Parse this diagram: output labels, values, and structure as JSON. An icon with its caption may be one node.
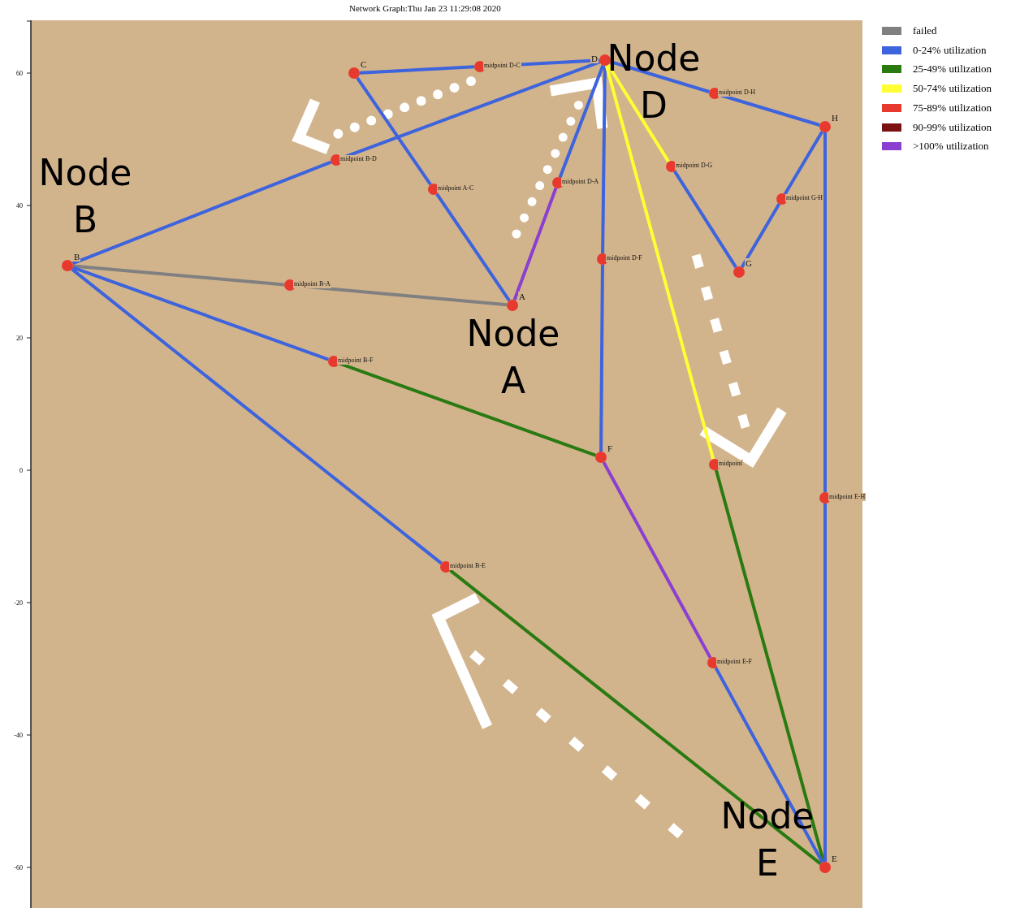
{
  "diagram": {
    "title": "Network Graph:Thu Jan 23 11:29:08 2020",
    "nodes": [
      {
        "text": [],
        "shape": "circle",
        "beside": [
          "D"
        ]
      },
      {
        "text": [],
        "shape": "circle",
        "beside": [
          "midpoint D-C"
        ]
      },
      {
        "text": [],
        "shape": "circle",
        "beside": [
          "C"
        ]
      },
      {
        "text": [],
        "shape": "circle",
        "beside": [
          "midpoint D-H"
        ]
      },
      {
        "text": [],
        "shape": "circle",
        "beside": [
          "H"
        ]
      },
      {
        "text": [],
        "shape": "circle",
        "beside": [
          "midpoint B-D"
        ]
      },
      {
        "text": [],
        "shape": "circle",
        "beside": [
          "midpoint D-G"
        ]
      },
      {
        "text": [],
        "shape": "circle",
        "beside": [
          "midpoint D-A"
        ]
      },
      {
        "text": [],
        "shape": "circle",
        "beside": [
          "midpoint A-C"
        ]
      },
      {
        "text": [],
        "shape": "circle",
        "beside": [
          "midpoint G-H"
        ]
      },
      {
        "text": [],
        "shape": "circle",
        "beside": [
          "midpoint D-F"
        ]
      },
      {
        "text": [],
        "shape": "circle",
        "beside": [
          "B"
        ]
      },
      {
        "text": [],
        "shape": "circle",
        "beside": [
          "G"
        ]
      },
      {
        "text": [],
        "shape": "circle",
        "beside": [
          "midpoint B-A"
        ]
      },
      {
        "text": [],
        "shape": "circle",
        "beside": [
          "A"
        ]
      },
      {
        "text": [],
        "shape": "circle",
        "beside": [
          "midpoint B-F"
        ]
      },
      {
        "text": [],
        "shape": "circle",
        "beside": [
          "F"
        ]
      },
      {
        "text": [],
        "shape": "circle",
        "beside": [
          "midpoint"
        ]
      },
      {
        "text": [],
        "shape": "circle",
        "beside": [
          "midpoint E-H"
        ]
      },
      {
        "text": [],
        "shape": "circle",
        "beside": [
          "midpoint B-E"
        ]
      },
      {
        "text": [],
        "shape": "circle",
        "beside": [
          "midpoint E-F"
        ]
      },
      {
        "text": [],
        "shape": "circle",
        "beside": [
          "E"
        ]
      }
    ],
    "edges": [
      {
        "from": 0,
        "to": 1,
        "arrow": "none"
      },
      {
        "from": 1,
        "to": 2,
        "arrow": "none"
      },
      {
        "from": 2,
        "to": 8,
        "arrow": "none"
      },
      {
        "from": 8,
        "to": 14,
        "arrow": "none"
      },
      {
        "from": 11,
        "to": 5,
        "arrow": "none"
      },
      {
        "from": 5,
        "to": 0,
        "arrow": "none"
      },
      {
        "from": 0,
        "to": 7,
        "arrow": "none"
      },
      {
        "from": 7,
        "to": 14,
        "arrow": "none",
        "color": "#8a3fd0"
      },
      {
        "from": 0,
        "to": 10,
        "arrow": "none"
      },
      {
        "from": 10,
        "to": 16,
        "arrow": "none"
      },
      {
        "from": 0,
        "to": 6,
        "arrow": "none",
        "color": "#ffff33"
      },
      {
        "from": 6,
        "to": 12,
        "arrow": "none"
      },
      {
        "from": 0,
        "to": 3,
        "arrow": "none"
      },
      {
        "from": 3,
        "to": 4,
        "arrow": "none"
      },
      {
        "from": 4,
        "to": 9,
        "arrow": "none"
      },
      {
        "from": 9,
        "to": 12,
        "arrow": "none"
      },
      {
        "from": 11,
        "to": 13,
        "arrow": "none",
        "color": "#808080"
      },
      {
        "from": 13,
        "to": 14,
        "arrow": "none",
        "color": "#808080"
      },
      {
        "from": 11,
        "to": 15,
        "arrow": "none"
      },
      {
        "from": 15,
        "to": 16,
        "arrow": "none",
        "color": "#2a7a12"
      },
      {
        "from": 0,
        "to": 17,
        "arrow": "none",
        "color": "#ffff33"
      },
      {
        "from": 17,
        "to": 21,
        "arrow": "none",
        "color": "#2a7a12"
      },
      {
        "from": 4,
        "to": 18,
        "arrow": "none"
      },
      {
        "from": 18,
        "to": 21,
        "arrow": "none"
      },
      {
        "from": 11,
        "to": 19,
        "arrow": "none"
      },
      {
        "from": 19,
        "to": 21,
        "arrow": "none",
        "color": "#2a7a12"
      },
      {
        "from": 16,
        "to": 20,
        "arrow": "none",
        "color": "#8a3fd0"
      },
      {
        "from": 20,
        "to": 21,
        "arrow": "none"
      }
    ],
    "labels": [
      "Node D",
      "Node B",
      "Node A",
      "Node E",
      "60",
      "40",
      "20",
      "0",
      "-20",
      "-40",
      "-60"
    ],
    "legend": [
      {
        "text": "failed",
        "color": "#808080"
      },
      {
        "text": "0-24% utilization",
        "color": "#3d63dd"
      },
      {
        "text": "25-49% utilization",
        "color": "#2a7a12"
      },
      {
        "text": "50-74% utilization",
        "color": "#ffff33"
      },
      {
        "text": "75-89% utilization",
        "color": "#e8392f"
      },
      {
        "text": "90-99% utilization",
        "color": "#7b1010"
      },
      {
        "text": ">100% utilization",
        "color": "#8a3fd0"
      }
    ]
  }
}
